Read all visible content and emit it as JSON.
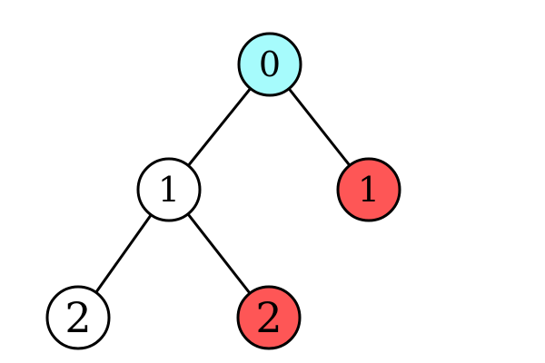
{
  "colors": {
    "root": "#a6fbfc",
    "white": "#ffffff",
    "red": "#fe5656"
  },
  "tree": {
    "nodes": [
      {
        "id": "root",
        "label": "0",
        "fill": "root"
      },
      {
        "id": "left",
        "label": "1",
        "fill": "white"
      },
      {
        "id": "right",
        "label": "1",
        "fill": "red"
      },
      {
        "id": "left-left",
        "label": "2",
        "fill": "white"
      },
      {
        "id": "left-right",
        "label": "2",
        "fill": "red"
      }
    ],
    "edges": [
      {
        "from": "root",
        "to": "left"
      },
      {
        "from": "root",
        "to": "right"
      },
      {
        "from": "left",
        "to": "left-left"
      },
      {
        "from": "left",
        "to": "left-right"
      }
    ]
  }
}
